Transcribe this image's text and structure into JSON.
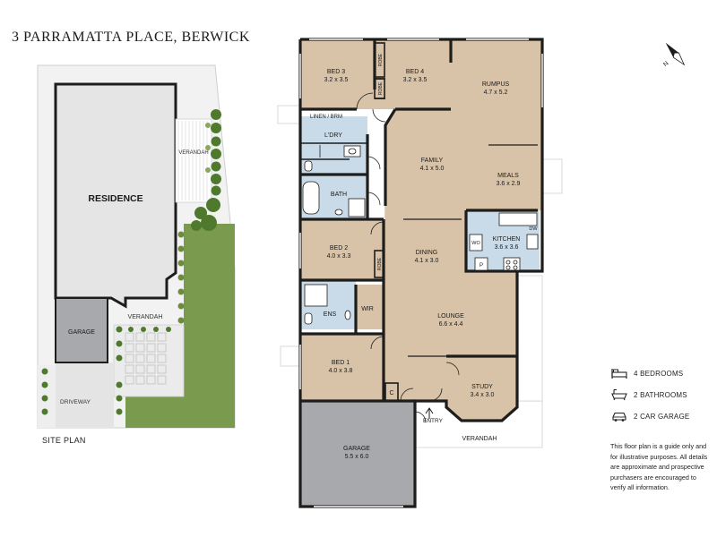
{
  "title": "3 PARRAMATTA PLACE, BERWICK",
  "site_plan": {
    "caption": "SITE PLAN",
    "labels": {
      "residence": "RESIDENCE",
      "verandah_top": "VERANDAH",
      "verandah_bottom": "VERANDAH",
      "garage": "GARAGE",
      "driveway": "DRIVEWAY"
    }
  },
  "floor_plan": {
    "rooms": {
      "bed3": {
        "name": "BED 3",
        "dims": "3.2 x 3.5"
      },
      "bed4": {
        "name": "BED 4",
        "dims": "3.2 x 3.5"
      },
      "rumpus": {
        "name": "RUMPUS",
        "dims": "4.7 x 5.2"
      },
      "family": {
        "name": "FAMILY",
        "dims": "4.1 x 5.0"
      },
      "meals": {
        "name": "MEALS",
        "dims": "3.6 x 2.9"
      },
      "kitchen": {
        "name": "KITCHEN",
        "dims": "3.6 x 3.6"
      },
      "dining": {
        "name": "DINING",
        "dims": "4.1 x 3.0"
      },
      "bed2": {
        "name": "BED 2",
        "dims": "4.0 x 3.3"
      },
      "lounge": {
        "name": "LOUNGE",
        "dims": "6.6 x 4.4"
      },
      "bed1": {
        "name": "BED 1",
        "dims": "4.0 x 3.8"
      },
      "study": {
        "name": "STUDY",
        "dims": "3.4 x 3.0"
      },
      "garage": {
        "name": "GARAGE",
        "dims": "5.5 x 6.0"
      }
    },
    "small_labels": {
      "linen": "LINEN / BRM",
      "ldry": "L'DRY",
      "bath": "BATH",
      "ens": "ENS",
      "wir": "WIR",
      "robe": "ROBE",
      "wo": "WO",
      "dw": "DW",
      "p": "P",
      "c": "C",
      "entry": "ENTRY",
      "verandah": "VERANDAH"
    }
  },
  "legend": [
    {
      "icon": "bed-icon",
      "label": "4 BEDROOMS"
    },
    {
      "icon": "bath-icon",
      "label": "2 BATHROOMS"
    },
    {
      "icon": "car-icon",
      "label": "2 CAR GARAGE"
    }
  ],
  "disclaimer": "This floor plan is a guide only and for illustrative purposes. All details are approximate and prospective purchasers are encouraged to verify all information.",
  "compass": {
    "letter": "N"
  },
  "colors": {
    "floor": "#d9c3a8",
    "wet_area": "#c9dbe8",
    "garage": "#a7a9ac",
    "grass": "#7a9b4e",
    "hedge": "#4f7a2d",
    "wall": "#1d1d1b"
  }
}
